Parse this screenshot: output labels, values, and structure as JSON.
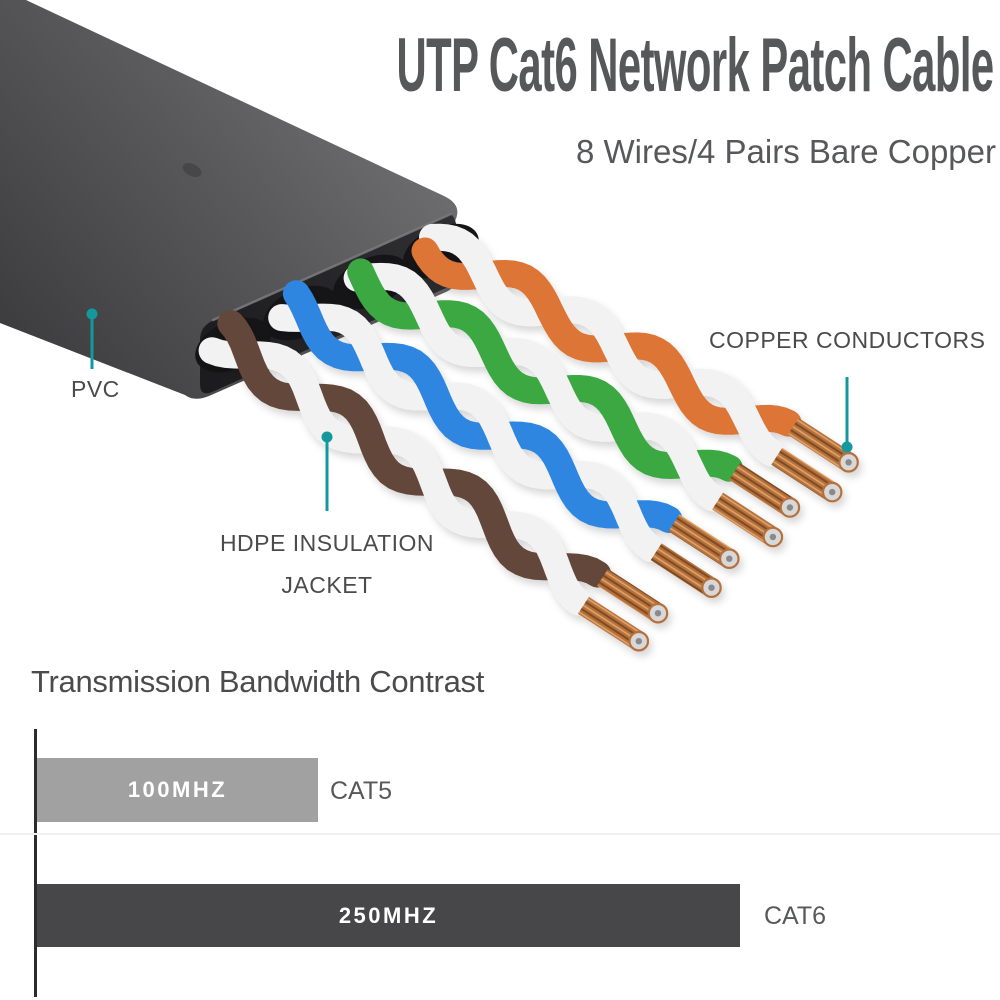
{
  "header": {
    "title": "UTP Cat6 Network Patch Cable",
    "subtitle": "8 Wires/4 Pairs Bare Copper"
  },
  "callouts": {
    "pvc": "PVC",
    "copper_conductors": "COPPER CONDUCTORS",
    "hdpe_line1": "HDPE INSULATION",
    "hdpe_line2": "JACKET"
  },
  "colors": {
    "callout_teal": "#14989E",
    "title_gray": "#57585A",
    "label_gray": "#4B4B4D",
    "cable_jacket": "#4A4A4C",
    "cable_front_face": "#242427",
    "wire_white": "#F2F2F3",
    "copper": "#B5713D",
    "pairs": [
      {
        "name": "orange",
        "hex": "#DC7434"
      },
      {
        "name": "green",
        "hex": "#3AA843"
      },
      {
        "name": "blue",
        "hex": "#2F86E0"
      },
      {
        "name": "brown",
        "hex": "#63463A"
      }
    ]
  },
  "chart": {
    "heading": "Transmission Bandwidth Contrast",
    "bars": [
      {
        "value_label": "100MHZ",
        "category": "CAT5",
        "mhz": 100,
        "color": "#A1A1A2"
      },
      {
        "value_label": "250MHZ",
        "category": "CAT6",
        "mhz": 250,
        "color": "#474649"
      }
    ]
  },
  "chart_data": {
    "type": "bar",
    "orientation": "horizontal",
    "title": "Transmission Bandwidth Contrast",
    "categories": [
      "CAT5",
      "CAT6"
    ],
    "values": [
      100,
      250
    ],
    "unit": "MHZ",
    "bar_labels": [
      "100MHZ",
      "250MHZ"
    ],
    "xlim": [
      0,
      355
    ],
    "grid": false,
    "legend": "none"
  }
}
